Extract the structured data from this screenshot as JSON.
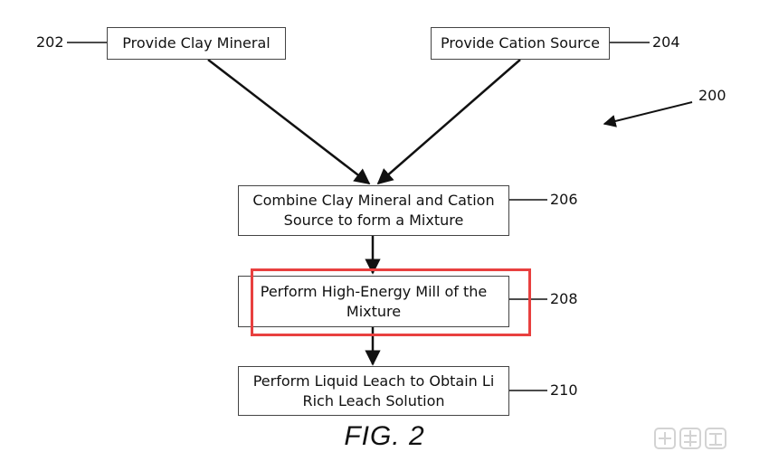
{
  "diagram": {
    "figure_label": "FIG. 2",
    "overall_ref": "200",
    "steps": [
      {
        "id": "202",
        "label": "Provide Clay Mineral"
      },
      {
        "id": "204",
        "label": "Provide Cation Source"
      },
      {
        "id": "206",
        "label": "Combine Clay Mineral and Cation Source to form a Mixture"
      },
      {
        "id": "208",
        "label": "Perform High-Energy Mill of the Mixture",
        "highlighted": true
      },
      {
        "id": "210",
        "label": "Perform Liquid Leach to Obtain Li Rich Leach Solution"
      }
    ],
    "edges": [
      {
        "from": "202",
        "to": "206"
      },
      {
        "from": "204",
        "to": "206"
      },
      {
        "from": "206",
        "to": "208"
      },
      {
        "from": "208",
        "to": "210"
      }
    ],
    "highlight_color": "#e8403f",
    "line_color": "#111111"
  },
  "watermark": {
    "text": "车东西"
  }
}
